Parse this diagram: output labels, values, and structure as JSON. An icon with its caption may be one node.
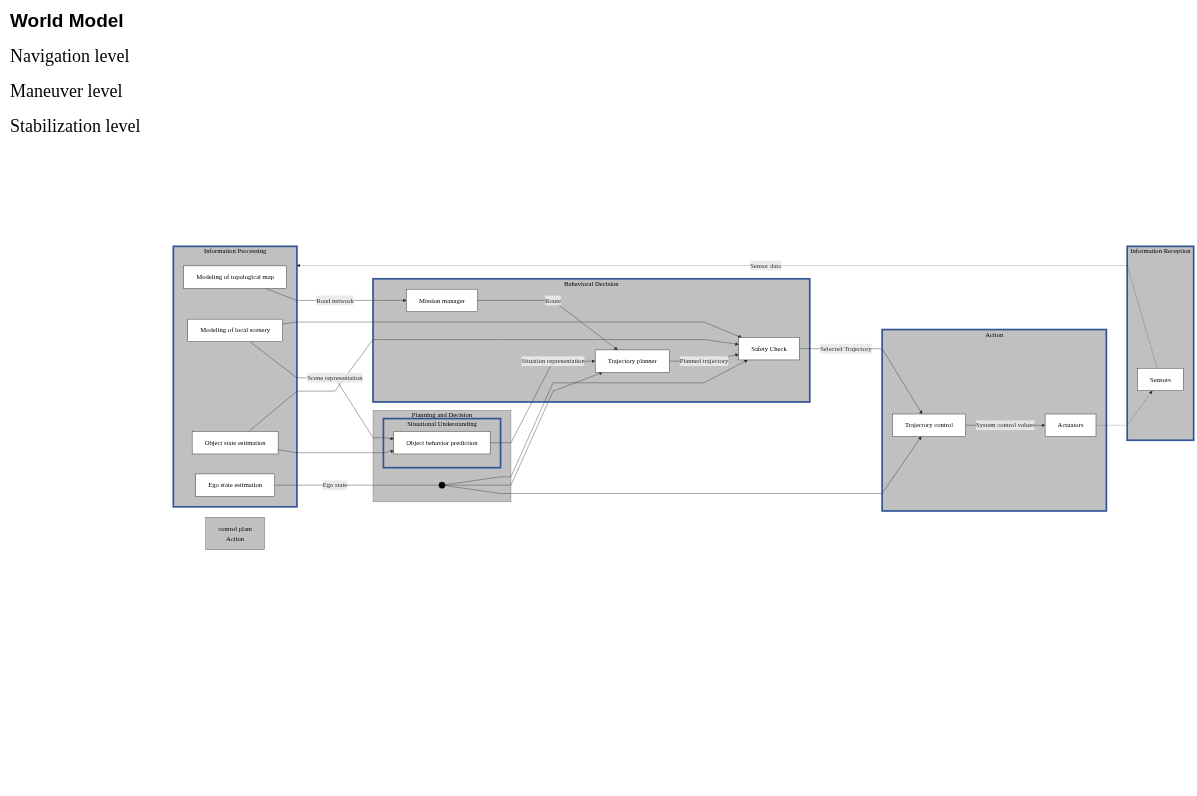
{
  "diagram": {
    "nodes": [
      {
        "text": [
          "Information Processing"
        ]
      },
      {
        "text": [
          "Modeling of topological map"
        ],
        "in": 0
      },
      {
        "text": [
          "Modeling of local scenery"
        ],
        "in": 0
      },
      {
        "text": [
          "Object state estimation"
        ],
        "in": 0
      },
      {
        "text": [
          "Ego state estimation"
        ],
        "in": 0
      },
      {
        "text": [
          "Planning and Decision"
        ]
      },
      {
        "text": [
          "Situational Understanding"
        ],
        "in": 5
      },
      {
        "text": [
          "Object behavior prediction"
        ],
        "in": 6
      },
      {
        "text": [
          "Behavioral Decision"
        ]
      },
      {
        "text": [
          "Mission manager"
        ],
        "in": 8
      },
      {
        "text": [
          "Trajectory planner"
        ],
        "in": 8
      },
      {
        "text": [
          "Safety Check"
        ],
        "in": 8
      },
      {
        "text": [
          "Action"
        ]
      },
      {
        "text": [
          "Trajectory control"
        ],
        "in": 12
      },
      {
        "text": [
          "Actuators"
        ],
        "in": 12
      },
      {
        "text": [
          "control plant",
          "Action"
        ]
      },
      {
        "text": [
          "Information Reception"
        ]
      },
      {
        "text": [
          "Sensors"
        ],
        "in": 16
      },
      {
        "text": [],
        "shape": "circle",
        "in": 5
      }
    ],
    "edges": [
      {
        "from": 1,
        "to": 9,
        "arrow": "to",
        "label": "Road network"
      },
      {
        "from": 2,
        "to": 7,
        "arrow": "to",
        "label": "Scene representation"
      },
      {
        "from": 3,
        "to": 7,
        "arrow": "to"
      },
      {
        "from": 2,
        "to": 11,
        "arrow": "to"
      },
      {
        "from": 3,
        "to": 11,
        "arrow": "to"
      },
      {
        "from": 7,
        "to": 10,
        "arrow": "to",
        "label": "Situation representation"
      },
      {
        "from": 9,
        "to": 10,
        "arrow": "to",
        "label": "Route"
      },
      {
        "from": 10,
        "to": 11,
        "arrow": "to",
        "label": "Planned trajectory"
      },
      {
        "from": 11,
        "to": 13,
        "arrow": "to",
        "label": "Selected Trajectory"
      },
      {
        "from": 4,
        "to": 18,
        "arrow": "none",
        "label": "Ego state"
      },
      {
        "from": 18,
        "to": 13,
        "arrow": "to"
      },
      {
        "from": 18,
        "to": 10,
        "arrow": "to"
      },
      {
        "from": 18,
        "to": 11,
        "arrow": "to"
      },
      {
        "from": 13,
        "to": 14,
        "arrow": "to",
        "label": "System control values"
      },
      {
        "from": 14,
        "to": 17,
        "arrow": "to",
        "style": "dashed"
      },
      {
        "from": 17,
        "to": 0,
        "arrow": "to",
        "style": "dashed",
        "label": "Sensor data"
      }
    ],
    "labels": [
      "World Model",
      "Navigation level",
      "Maneuver level",
      "Stabilization level"
    ]
  }
}
